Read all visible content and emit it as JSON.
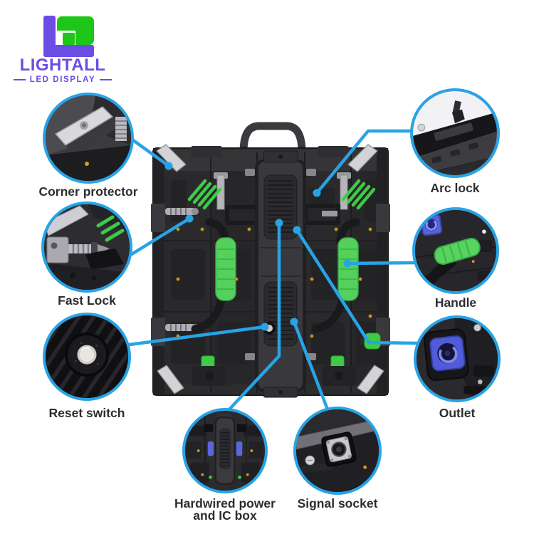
{
  "logo": {
    "brand": "LIGHTALL",
    "tagline": "LED DISPLAY"
  },
  "callouts": [
    {
      "id": "corner-protector",
      "label": "Corner protector"
    },
    {
      "id": "fast-lock",
      "label": "Fast Lock"
    },
    {
      "id": "reset-switch",
      "label": "Reset switch"
    },
    {
      "id": "arc-lock",
      "label": "Arc lock"
    },
    {
      "id": "handle",
      "label": "Handle"
    },
    {
      "id": "outlet",
      "label": "Outlet"
    },
    {
      "id": "hardwired-power",
      "label": "Hardwired power and IC box"
    },
    {
      "id": "signal-socket",
      "label": "Signal socket"
    }
  ],
  "colors": {
    "accent_blue": "#28a3e6",
    "logo_purple": "#6b4ce5",
    "logo_green": "#1dc618",
    "panel_green": "#55d05c",
    "connector_blue": "#5a66dc",
    "label_text": "#2d2d2d"
  },
  "icons": [
    "lightall-logo-mark-icon",
    "led-panel-rear-photo",
    "corner-protector-photo",
    "fast-lock-photo",
    "reset-switch-photo",
    "arc-lock-photo",
    "handle-photo",
    "outlet-photo",
    "hardwired-power-photo",
    "signal-socket-photo"
  ]
}
